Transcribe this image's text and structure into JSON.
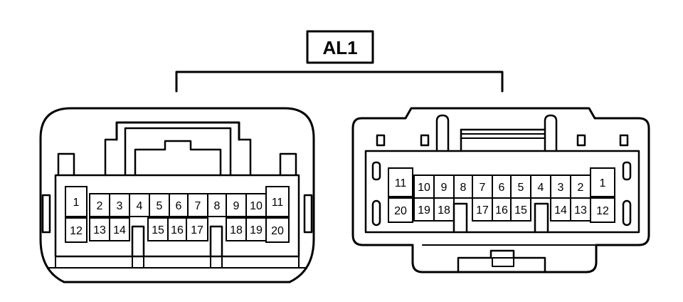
{
  "title": "AL1",
  "colors": {
    "line": "#000000",
    "background": "#ffffff"
  },
  "left_connector": {
    "row1": [
      "1",
      "2",
      "3",
      "4",
      "5",
      "6",
      "7",
      "8",
      "9",
      "10",
      "11"
    ],
    "row2": [
      "12",
      "13",
      "14",
      "15",
      "16",
      "17",
      "18",
      "19",
      "20"
    ]
  },
  "right_connector": {
    "row1": [
      "11",
      "10",
      "9",
      "8",
      "7",
      "6",
      "5",
      "4",
      "3",
      "2",
      "1"
    ],
    "row2": [
      "20",
      "19",
      "18",
      "17",
      "16",
      "15",
      "14",
      "13",
      "12"
    ]
  }
}
